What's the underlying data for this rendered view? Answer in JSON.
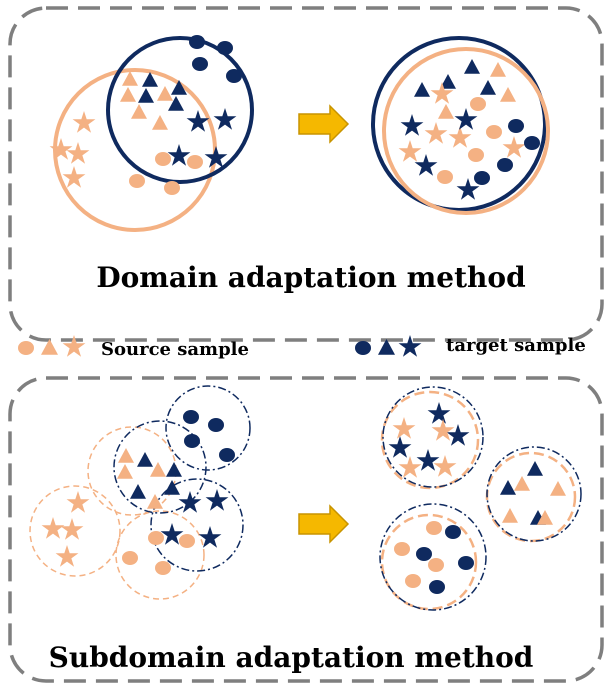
{
  "colors": {
    "source": "#F4B183",
    "target": "#0F2A5F",
    "arrow": "#F5B800",
    "arrow_stroke": "#C89400",
    "frame": "#7F7F7F"
  },
  "panels": {
    "domain_title": "Domain adaptation method",
    "subdomain_title": "Subdomain adaptation method"
  },
  "legend": {
    "source_label": "Source sample",
    "target_label": "target sample",
    "source_icons": [
      "circle-icon",
      "triangle-icon",
      "star-icon"
    ],
    "target_icons": [
      "circle-icon",
      "triangle-icon",
      "star-icon"
    ]
  }
}
